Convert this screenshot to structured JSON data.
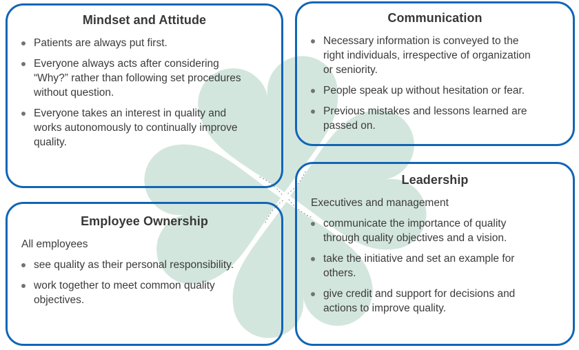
{
  "colors": {
    "panel_border": "#1165b5",
    "clover_green": "#d3e6de",
    "title_text": "#383838",
    "body_text": "#3b3b3b",
    "bullet_dot": "#737373"
  },
  "icons": {
    "center": "four-leaf-clover-icon"
  },
  "panels": {
    "mindset": {
      "title": "Mindset and Attitude",
      "bullets": [
        "Patients are always put first.",
        "Everyone always acts after considering\n“Why?” rather than following set procedures\nwithout question.",
        "Everyone takes an interest in quality and\nworks autonomously to continually improve\nquality."
      ]
    },
    "communication": {
      "title": "Communication",
      "bullets": [
        "Necessary information is conveyed to the\nright individuals, irrespective of organization\nor seniority.",
        "People speak up without hesitation or fear.",
        "Previous mistakes and lessons learned are\npassed on."
      ]
    },
    "ownership": {
      "title": "Employee Ownership",
      "intro": "All employees",
      "bullets": [
        "see quality as their personal responsibility.",
        "work together to meet common quality\nobjectives."
      ]
    },
    "leadership": {
      "title": "Leadership",
      "intro": "Executives and management",
      "bullets": [
        "communicate the importance of quality\nthrough quality objectives and a vision.",
        "take the initiative and set an example for\nothers.",
        "give credit and support for decisions and\nactions to improve quality."
      ]
    }
  }
}
